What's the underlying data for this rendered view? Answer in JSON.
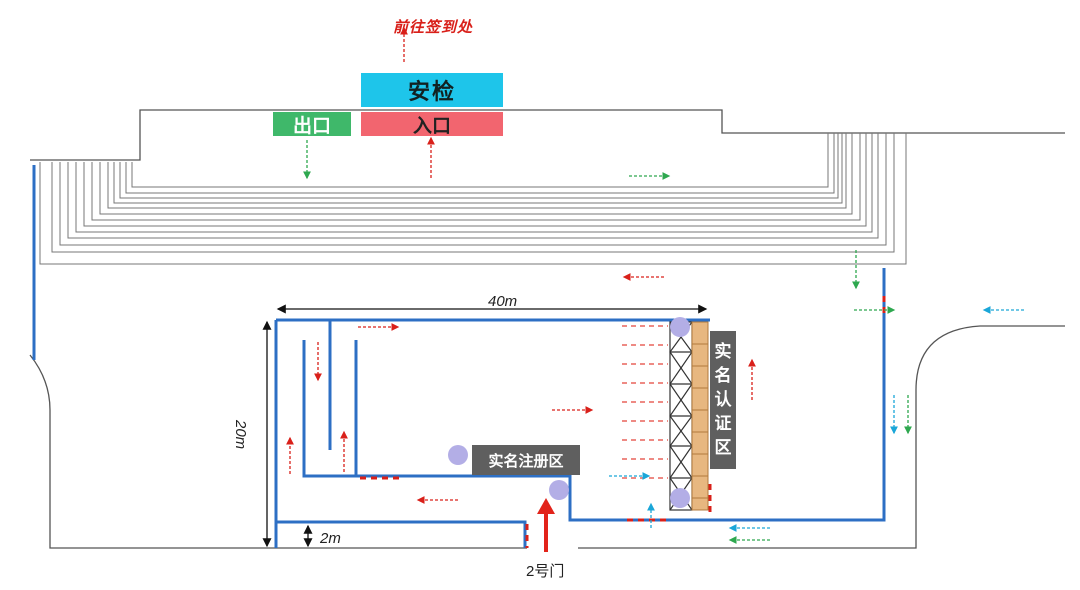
{
  "labels": {
    "go_to_signin": "前往签到处",
    "security_check": "安检",
    "exit": "出口",
    "entrance": "入口",
    "width_dimension": "40m",
    "height_dimension": "20m",
    "gap_dimension": "2m",
    "gate": "2号门",
    "registration_area": "实名注册区",
    "verification_area": [
      "实",
      "名",
      "认",
      "证",
      "区"
    ]
  },
  "colors": {
    "security": "#1ec5ea",
    "exit": "#3fb86a",
    "entrance": "#f2656f",
    "barrier": "#2d6fc4",
    "red_arrow": "#d9201a",
    "green_arrow": "#2ea84f",
    "cyan_arrow": "#1aa6d8",
    "structure": "#888888"
  }
}
